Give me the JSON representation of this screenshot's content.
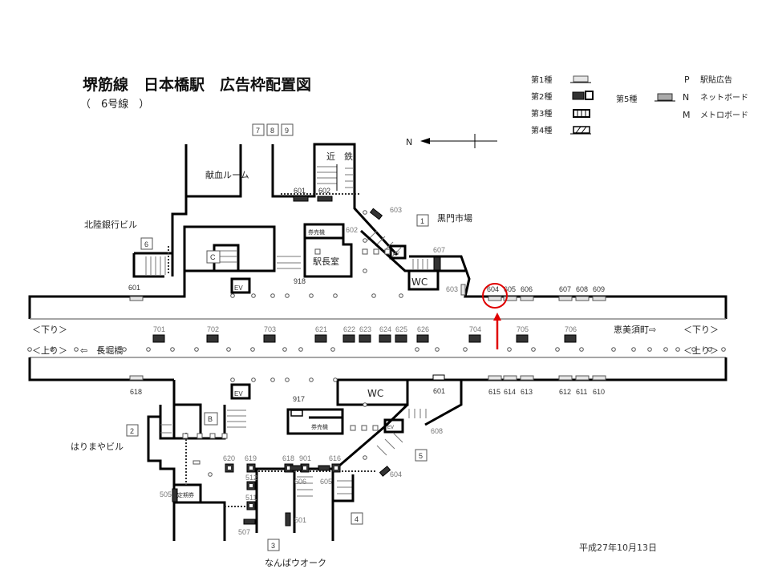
{
  "title": "堺筋線　日本橋駅　広告枠配置図",
  "subtitle": "（　6号線　）",
  "legend": {
    "types": [
      "第1種",
      "第2種",
      "第3種",
      "第4種",
      "第5種"
    ],
    "codes": [
      {
        "code": "P",
        "label": "駅貼広告"
      },
      {
        "code": "N",
        "label": "ネットボード"
      },
      {
        "code": "M",
        "label": "メトロボード"
      }
    ]
  },
  "compass": {
    "label": "N"
  },
  "exits": [
    "1",
    "2",
    "3",
    "4",
    "5",
    "6",
    "7",
    "8",
    "9"
  ],
  "places": {
    "hokuriku": "北陸銀行ビル",
    "kenketsu": "献血ルーム",
    "kintetsu": "近　鉄",
    "kuromon": "黒門市場",
    "harimaya": "はりまやビル",
    "namba_walk": "なんばウオーク",
    "ekichou": "駅長室",
    "kenbaiki": "券売機",
    "teikiken": "定期券",
    "wc": "WC",
    "ev": "EV",
    "zone_c": "C",
    "zone_b": "B"
  },
  "directions": {
    "down": "＜下り＞",
    "up": "＜上り＞",
    "to_nagahoribashi": "⇦　長堀橋",
    "to_ebisucho": "恵美須町⇨"
  },
  "ads": {
    "upper_concourse": [
      "601",
      "602",
      "603",
      "602",
      "607",
      "603",
      "918",
      "601"
    ],
    "upper_wall": [
      "604",
      "605",
      "606",
      "607",
      "608",
      "609"
    ],
    "platform": [
      "701",
      "702",
      "703",
      "621",
      "622",
      "623",
      "624",
      "625",
      "626",
      "704",
      "705",
      "706"
    ],
    "lower_wall": [
      "618",
      "615",
      "614",
      "613",
      "612",
      "611",
      "610",
      "601"
    ],
    "lower_concourse": [
      "917",
      "620",
      "619",
      "618",
      "901",
      "616",
      "512",
      "511",
      "505",
      "507",
      "606",
      "605",
      "501",
      "604",
      "608"
    ]
  },
  "highlight": {
    "ad": "604",
    "color": "#e00000"
  },
  "date": "平成27年10月13日"
}
